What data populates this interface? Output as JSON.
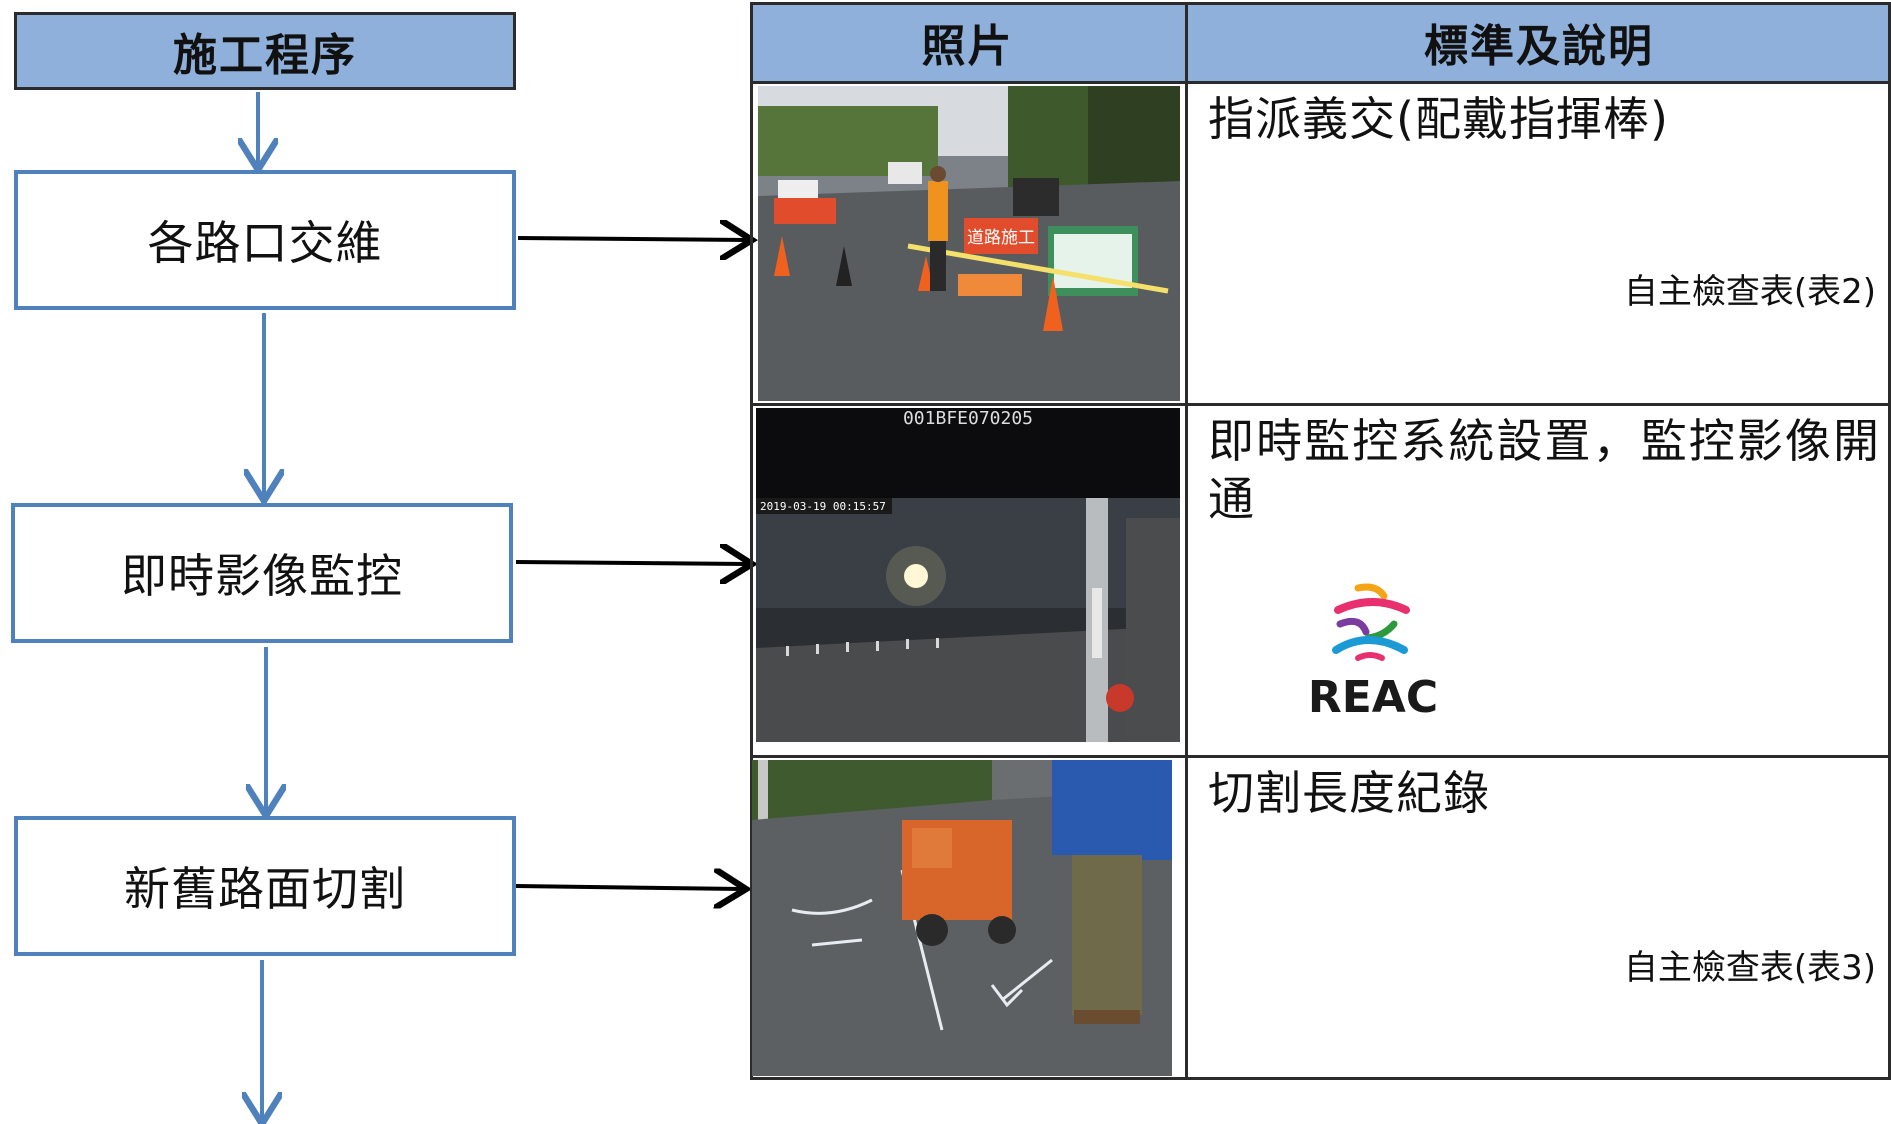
{
  "flow": {
    "header": "施工程序",
    "steps": [
      "各路口交維",
      "即時影像監控",
      "新舊路面切割"
    ]
  },
  "table": {
    "headers": {
      "photo": "照片",
      "description": "標準及說明"
    },
    "rows": [
      {
        "title": "指派義交(配戴指揮棒)",
        "note": "自主檢查表(表2)",
        "photo": {
          "signs": [
            "道路施工"
          ]
        }
      },
      {
        "title": "即時監控系統設置，監控影像開通",
        "note": "",
        "photo": {
          "camera_id": "001BFE070205",
          "timestamp": "2019-03-19 00:15:57"
        },
        "logo": {
          "text": "REAC"
        }
      },
      {
        "title": "切割長度紀錄",
        "note": "自主檢查表(表3)",
        "photo": {}
      }
    ]
  },
  "colors": {
    "header_fill": "#8eb0da",
    "step_border": "#4f81bd",
    "arrow_blue": "#4f81bd",
    "arrow_black": "#000000"
  }
}
